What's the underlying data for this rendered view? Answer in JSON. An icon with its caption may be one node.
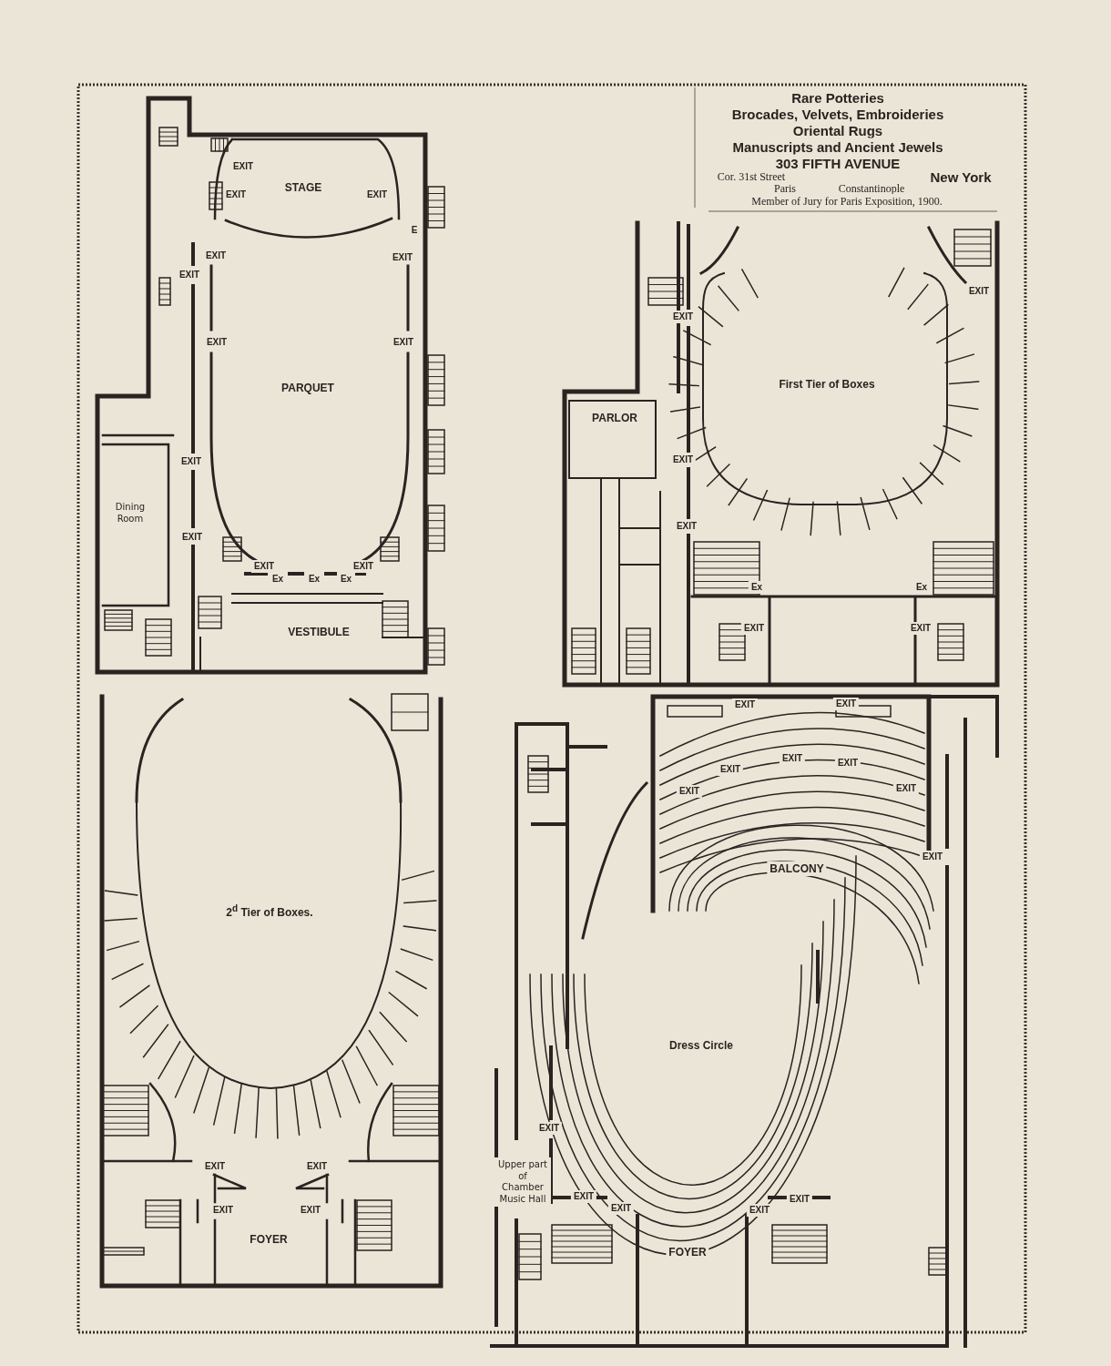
{
  "diagram": {
    "labels": [
      "Rare Potteries",
      "Brocades, Velvets, Embroideries",
      "Oriental Rugs",
      "Manuscripts and Ancient Jewels",
      "303 FIFTH AVENUE",
      "Cor. 31st Street",
      "New York",
      "Paris",
      "Constantinople",
      "Member of Jury for Paris Exposition, 1900.",
      "EXIT",
      "STAGE",
      "EXIT",
      "EXIT",
      "EXIT",
      "EXIT",
      "E",
      "EXIT",
      "EXIT",
      "EXIT",
      "PARQUET",
      "EXIT",
      "Dining Room",
      "EXIT",
      "EXIT",
      "Ex",
      "Ex",
      "Ex",
      "EXIT",
      "VESTIBULE",
      "EXIT",
      "EXIT",
      "First Tier of Boxes",
      "PARLOR",
      "EXIT",
      "EXIT",
      "Ex",
      "Ex",
      "EXIT",
      "EXIT",
      "2$^{d}$ Tier of Boxes.",
      "EXIT",
      "EXIT",
      "EXIT",
      "EXIT",
      "FOYER",
      "EXIT",
      "EXIT",
      "EXIT",
      "EXIT",
      "EXIT",
      "EXIT",
      "EXIT",
      "EXIT",
      "BALCONY",
      "Dress Circle",
      "EXIT",
      "Upper part of Chamber Music Hall",
      "EXIT",
      "EXIT",
      "EXIT",
      "EXIT",
      "FOYER"
    ]
  }
}
